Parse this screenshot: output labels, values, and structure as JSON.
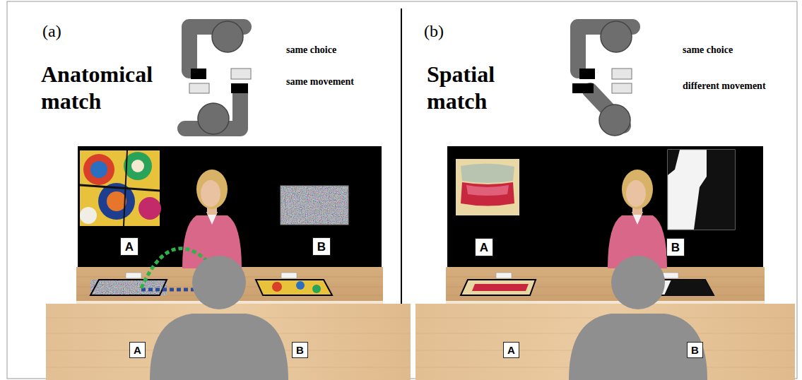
{
  "diagram": {
    "nodes": [
      {
        "text": [
          "A"
        ]
      },
      {
        "text": [
          "B"
        ]
      },
      {
        "text": [
          "A"
        ]
      },
      {
        "text": [
          "B"
        ]
      },
      {
        "text": [
          "A"
        ]
      },
      {
        "text": [
          "B"
        ]
      },
      {
        "text": [
          "A"
        ]
      },
      {
        "text": [
          "B"
        ]
      }
    ],
    "labels": [
      "(a)",
      "Anatomical match",
      "same choice",
      "same movement",
      "(b)",
      "Spatial match",
      "same choice",
      "different movement"
    ]
  }
}
